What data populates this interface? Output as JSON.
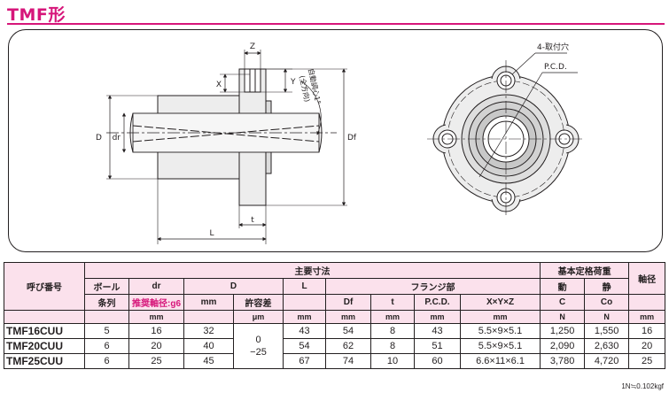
{
  "title": "TMF形",
  "drawing": {
    "side": {
      "dim_z": "Z",
      "dim_x": "X",
      "dim_y": "Y",
      "dim_d": "D",
      "dim_dr": "dr",
      "dim_df": "Df",
      "dim_t": "t",
      "dim_l": "L",
      "note_line1": "自動調心1°",
      "note_line2": "(全方向)"
    },
    "front": {
      "label_holes": "4-取付穴",
      "label_pcd": "P.C.D."
    }
  },
  "table": {
    "headers": {
      "model": "呼び番号",
      "main_dims": "主要寸法",
      "rating": "基本定格荷重",
      "shaft": "軸径",
      "ball_rows_1": "ボール",
      "ball_rows_2": "条列",
      "dr": "dr",
      "dr_sub": "推奨軸径:g6",
      "d": "D",
      "d_tol": "許容差",
      "l": "L",
      "flange": "フランジ部",
      "df": "Df",
      "t": "t",
      "pcd": "P.C.D.",
      "xyz": "X×Y×Z",
      "dynamic": "動",
      "static": "静",
      "c": "C",
      "co": "Co"
    },
    "units": {
      "mm": "mm",
      "um": "μm",
      "n": "N"
    },
    "tolerance": {
      "upper": "0",
      "lower": "−25"
    },
    "rows": [
      {
        "model": "TMF16CUU",
        "rows": "5",
        "dr": "16",
        "D": "32",
        "L": "43",
        "Df": "54",
        "t": "8",
        "pcd": "43",
        "xyz": "5.5×9×5.1",
        "C": "1,250",
        "Co": "1,550",
        "shaft": "16"
      },
      {
        "model": "TMF20CUU",
        "rows": "6",
        "dr": "20",
        "D": "40",
        "L": "54",
        "Df": "62",
        "t": "8",
        "pcd": "51",
        "xyz": "5.5×9×5.1",
        "C": "2,090",
        "Co": "2,630",
        "shaft": "20"
      },
      {
        "model": "TMF25CUU",
        "rows": "6",
        "dr": "25",
        "D": "45",
        "L": "67",
        "Df": "74",
        "t": "10",
        "pcd": "60",
        "xyz": "6.6×11×6.1",
        "C": "3,780",
        "Co": "4,720",
        "shaft": "25"
      }
    ]
  },
  "footnote": "1N≒0.102kgf",
  "colors": {
    "accent": "#d6167a",
    "header_bg": "#fbe1ec"
  }
}
